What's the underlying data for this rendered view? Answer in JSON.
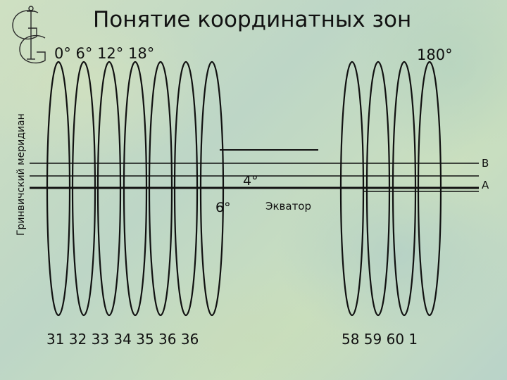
{
  "slide": {
    "title": "Понятие координатных зон",
    "top_degrees_left": "0°  6°  12°  18°",
    "top_degree_right": "180°",
    "meridian_label": "Гринвичский меридиан",
    "label_4deg": "4°",
    "label_6deg": "6°",
    "equator_label": "Экватор",
    "label_b": "В",
    "label_a": "А",
    "zone_numbers_left": "31  32  33  34  35  36  36",
    "zone_numbers_right": "58  59  60   1",
    "logo_letters": "GIG"
  },
  "colors": {
    "ink": "#111111",
    "background": "#c9dcc0"
  }
}
